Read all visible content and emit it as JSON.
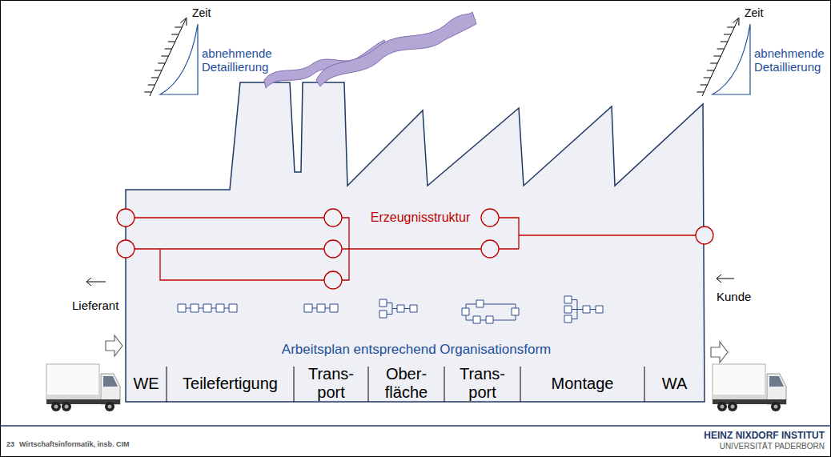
{
  "diagram": {
    "nodes": [
      {
        "text": [
          "Erzeugnisstruktur",
          "Arbeitsplan entsprechend Organisationsform",
          "WE",
          "Teilefertigung",
          "Trans- port",
          "Ober- fläche",
          "Trans- port",
          "Montage",
          "WA"
        ]
      }
    ],
    "labels": [
      "Zeit",
      "abnehmende Detaillierung",
      "Zeit",
      "abnehmende Detaillierung",
      "Lieferant",
      "Kunde",
      "23",
      "Wirtschaftsinformatik, insb. CIM",
      "HEINZ NIXDORF INSTITUT",
      "UNIVERSITÄT PADERBORN"
    ]
  }
}
